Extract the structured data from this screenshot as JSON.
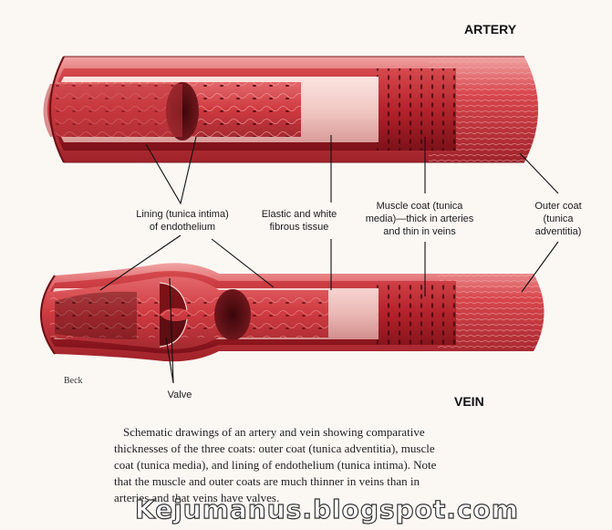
{
  "titles": {
    "artery": "ARTERY",
    "vein": "VEIN"
  },
  "labels": {
    "lining": [
      "Lining (tunica intima)",
      "of endothelium"
    ],
    "elastic": [
      "Elastic and white",
      "fibrous tissue"
    ],
    "muscle": [
      "Muscle coat (tunica",
      "media)—thick in arteries",
      "and thin in veins"
    ],
    "outer": [
      "Outer coat",
      "(tunica",
      "adventitia)"
    ],
    "valve": "Valve",
    "signature": "Beck"
  },
  "caption": [
    "Schematic drawings of an artery and vein showing comparative",
    "thicknesses of the three coats: outer coat (tunica adventitia), muscle",
    "coat (tunica media), and lining of endothelium (tunica intima). Note",
    "that the muscle and outer coats are much thinner in veins than in",
    "arteries and that veins have valves."
  ],
  "watermark": "Kejumanus.blogspot.com",
  "colors": {
    "outer": "#d8474d",
    "muscle": "#b4232c",
    "elastic": "#f1c9c4",
    "lining": "#cf3a40",
    "lumen": "#5a0c12"
  }
}
